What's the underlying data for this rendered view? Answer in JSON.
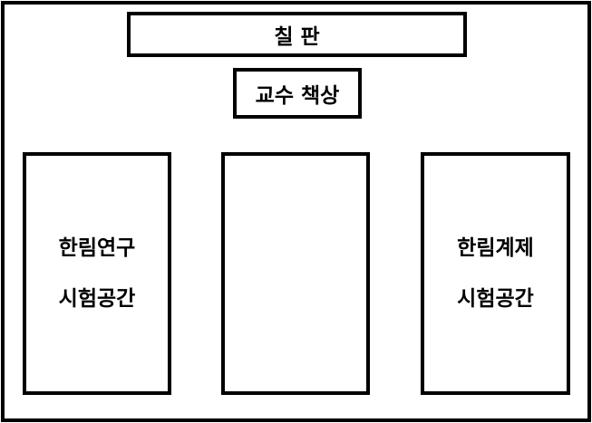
{
  "blackboard": {
    "label": "칠 판"
  },
  "desk": {
    "label": "교수 책상"
  },
  "left_area": {
    "line1": "한림연구",
    "line2": "시험공간"
  },
  "middle_area": {},
  "right_area": {
    "line1": "한림계제",
    "line2": "시험공간"
  }
}
